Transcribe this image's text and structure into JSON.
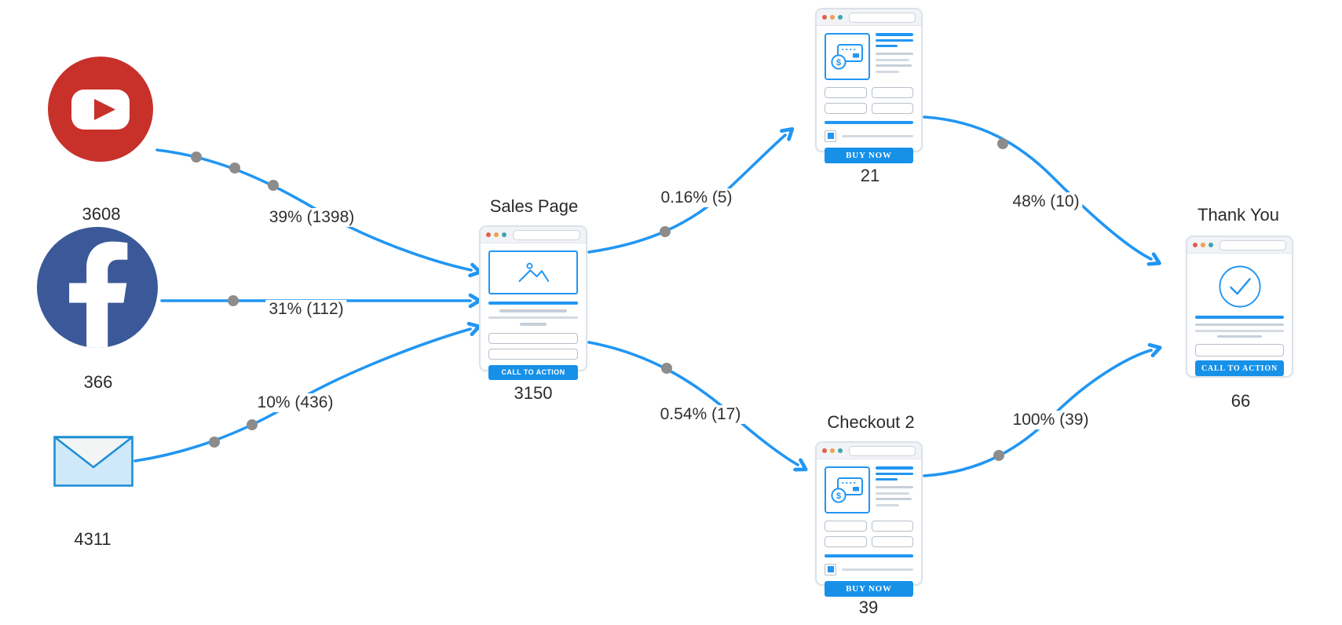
{
  "diagram_type": "marketing-funnel-map",
  "colors": {
    "edge_blue": "#2196f3",
    "handle_dot_gray": "#8c8c8c",
    "text": "#2e2e2e",
    "window_border": "#dce2e9",
    "window_header": "#f1f3f6",
    "header_dot_red": "#e0604c",
    "header_dot_orange": "#eda24e",
    "header_dot_teal": "#3da5ad",
    "youtube_red": "#c8302a",
    "facebook_blue": "#3b5998",
    "envelope_fill": "#cfe9fb",
    "envelope_border": "#1f8fd4"
  },
  "sources": [
    {
      "id": "youtube",
      "icon": "youtube-icon",
      "count": "3608"
    },
    {
      "id": "facebook",
      "icon": "facebook-icon",
      "count": "366"
    },
    {
      "id": "email",
      "icon": "email-icon",
      "count": "4311"
    }
  ],
  "pages": [
    {
      "id": "sales-page",
      "title": "Sales Page",
      "count": "3150",
      "kind": "landing-page",
      "cta_label": "CALL TO ACTION"
    },
    {
      "id": "checkout-1",
      "title": "",
      "count": "21",
      "kind": "checkout-page",
      "cta_label": "BUY NOW"
    },
    {
      "id": "checkout-2",
      "title": "Checkout 2",
      "count": "39",
      "kind": "checkout-page",
      "cta_label": "BUY NOW"
    },
    {
      "id": "thank-you",
      "title": "Thank You",
      "count": "66",
      "kind": "thank-you-page",
      "cta_label": "CALL TO ACTION"
    }
  ],
  "edges": [
    {
      "from": "youtube",
      "to": "sales-page",
      "label": "39% (1398)"
    },
    {
      "from": "facebook",
      "to": "sales-page",
      "label": "31% (112)"
    },
    {
      "from": "email",
      "to": "sales-page",
      "label": "10% (436)"
    },
    {
      "from": "sales-page",
      "to": "checkout-1",
      "label": "0.16% (5)"
    },
    {
      "from": "sales-page",
      "to": "checkout-2",
      "label": "0.54% (17)"
    },
    {
      "from": "checkout-1",
      "to": "thank-you",
      "label": "48% (10)"
    },
    {
      "from": "checkout-2",
      "to": "thank-you",
      "label": "100% (39)"
    }
  ]
}
